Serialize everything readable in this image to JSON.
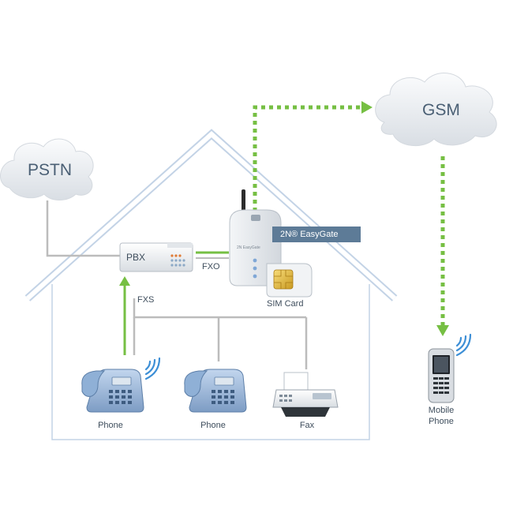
{
  "clouds": {
    "pstn": "PSTN",
    "gsm": "GSM"
  },
  "pbx": {
    "label": "PBX",
    "fxo_label": "FXO",
    "fxs_label": "FXS"
  },
  "gateway": {
    "brand_on_device": "2N EasyGate",
    "tag_label": "2N® EasyGate",
    "sim_label": "SIM Card"
  },
  "endpoints": {
    "phone_1": "Phone",
    "phone_2": "Phone",
    "fax": "Fax",
    "mobile_line1": "Mobile",
    "mobile_line2": "Phone"
  },
  "colors": {
    "wireless_link": "#76bf43",
    "wired_link": "#bcbcbc",
    "house_outline": "#c3d3e6",
    "tag_background": "#5d7b97"
  }
}
